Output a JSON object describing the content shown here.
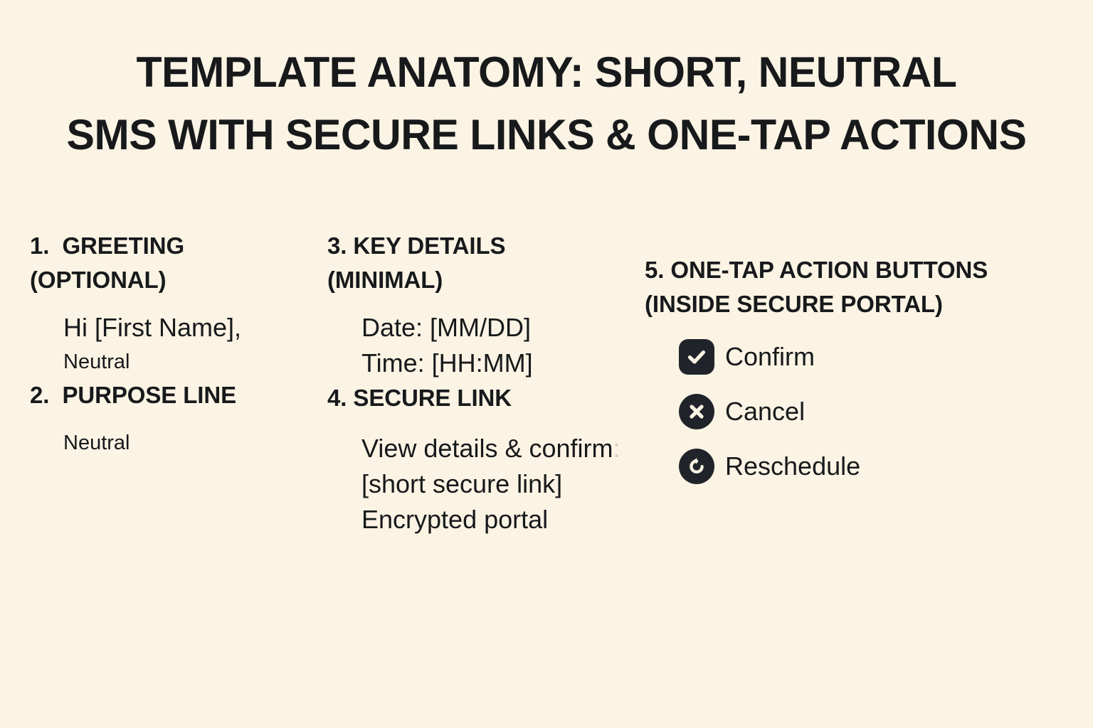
{
  "theme": {
    "background": "#FBF3E4",
    "text": "#17191B",
    "icon_fill": "#20242A",
    "icon_glyph": "#FBF3E4"
  },
  "title": {
    "line1": "TEMPLATE ANATOMY: SHORT, NEUTRAL",
    "line2": "SMS WITH SECURE LINKS & ONE-TAP ACTIONS"
  },
  "columns": {
    "left": {
      "greeting": {
        "number": "1.",
        "gap": "  ",
        "heading": "GREETING\n(OPTIONAL)",
        "lines": [
          {
            "text": "Hi [First Name],",
            "size": "lg"
          },
          {
            "text": "Neutral",
            "size": "sm"
          }
        ]
      },
      "purpose": {
        "number": "2.",
        "gap": "  ",
        "heading": "PURPOSE LINE",
        "lines": [
          {
            "text": "Neutral",
            "size": "sm"
          }
        ]
      }
    },
    "middle": {
      "key_details": {
        "number": "3.",
        "gap": " ",
        "heading": "KEY DETAILS\n(MINIMAL)",
        "lines": [
          {
            "text": "Date: [MM/DD]",
            "size": "lg"
          },
          {
            "text": "Time: [HH:MM]",
            "size": "lg"
          }
        ]
      },
      "secure_link": {
        "number": "4.",
        "gap": " ",
        "heading": "SECURE LINK",
        "lines": [
          {
            "text": "View details & confirm",
            "size": "lg",
            "trailing_faded": ":"
          },
          {
            "text": "[short secure link]",
            "size": "lg"
          },
          {
            "text": "Encrypted portal",
            "size": "lg"
          }
        ]
      }
    },
    "right": {
      "actions": {
        "number": "5.",
        "gap": " ",
        "heading": "ONE-TAP ACTION BUTTONS\n(INSIDE SECURE PORTAL)",
        "buttons": [
          {
            "label": "Confirm",
            "icon": "check-icon",
            "shape": "squircle"
          },
          {
            "label": "Cancel",
            "icon": "x-cross-icon",
            "shape": "circle"
          },
          {
            "label": "Reschedule",
            "icon": "undo-arrow-icon",
            "shape": "circle"
          }
        ]
      }
    }
  }
}
